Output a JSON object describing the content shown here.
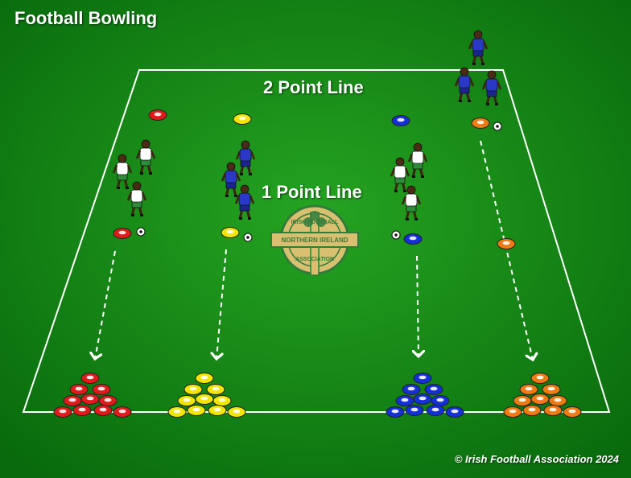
{
  "diagram": {
    "title": "Football Bowling",
    "two_point_label": "2 Point Line",
    "one_point_label": "1 Point Line",
    "copyright": "© Irish Football Association 2024",
    "crest": {
      "top_text": "IRISH FOOTBALL",
      "banner_text": "NORTHERN IRELAND",
      "bottom_text": "ASSOCIATION"
    },
    "colors": {
      "pitch_dark": "#0a6a0e",
      "pitch_light": "#23a01f",
      "line": "#ffffff",
      "red_cone": "#e11b1b",
      "yellow_cone": "#f2e600",
      "blue_cone": "#1430d8",
      "orange_cone": "#f07a12",
      "white_kit": "#ffffff",
      "white_kit_shorts": "#2e8b3a",
      "blue_kit": "#2a38c8",
      "crest_gold": "#d9c070",
      "crest_green": "#2f7d3a"
    },
    "stations": [
      {
        "team": "red",
        "kit": "white"
      },
      {
        "team": "yellow",
        "kit": "blue"
      },
      {
        "team": "blue",
        "kit": "white"
      },
      {
        "team": "orange",
        "kit": "blue"
      }
    ]
  }
}
